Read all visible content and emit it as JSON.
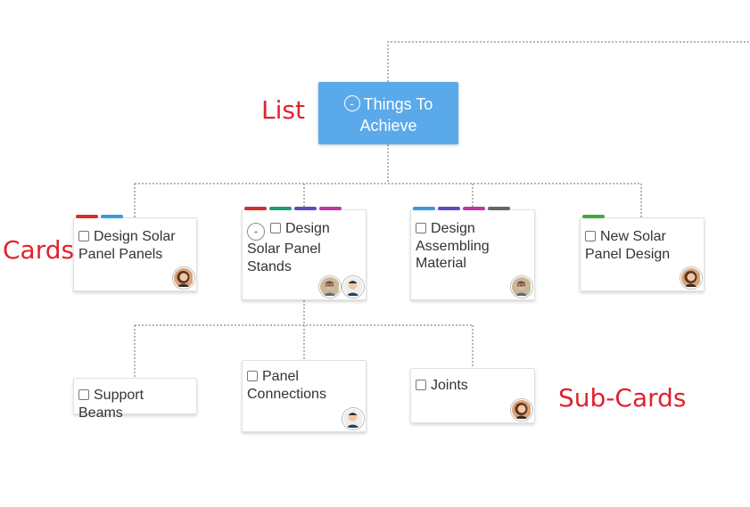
{
  "annotations": {
    "list": "List",
    "cards": "Cards",
    "sub_cards": "Sub-Cards"
  },
  "list_node": {
    "collapse_glyph": "-",
    "title": "Things To Achieve"
  },
  "cards": [
    {
      "title": "Design Solar Panel Panels",
      "labels": [
        "#d32f2f",
        "#3a9ad9"
      ],
      "avatars": [
        "woman"
      ]
    },
    {
      "title": "Design Solar Panel Stands",
      "collapse_glyph": "-",
      "labels": [
        "#d32f2f",
        "#1e9e74",
        "#5b4bc4",
        "#c2359a"
      ],
      "avatars": [
        "man-glasses",
        "man-young"
      ]
    },
    {
      "title": "Design Assembling Material",
      "labels": [
        "#3a9ad9",
        "#5b4bc4",
        "#c2359a",
        "#666666"
      ],
      "avatars": [
        "man-glasses"
      ]
    },
    {
      "title": "New Solar Panel Design",
      "labels": [
        "#43a83a"
      ],
      "avatars": [
        "woman"
      ]
    }
  ],
  "sub_cards": [
    {
      "title": "Support Beams",
      "avatars": []
    },
    {
      "title": "Panel Connections",
      "avatars": [
        "man-young"
      ]
    },
    {
      "title": "Joints",
      "avatars": [
        "woman"
      ]
    }
  ],
  "colors": {
    "list_bg": "#5aa9ea",
    "annotation": "#e0232e",
    "connector": "#9e9e9e"
  }
}
